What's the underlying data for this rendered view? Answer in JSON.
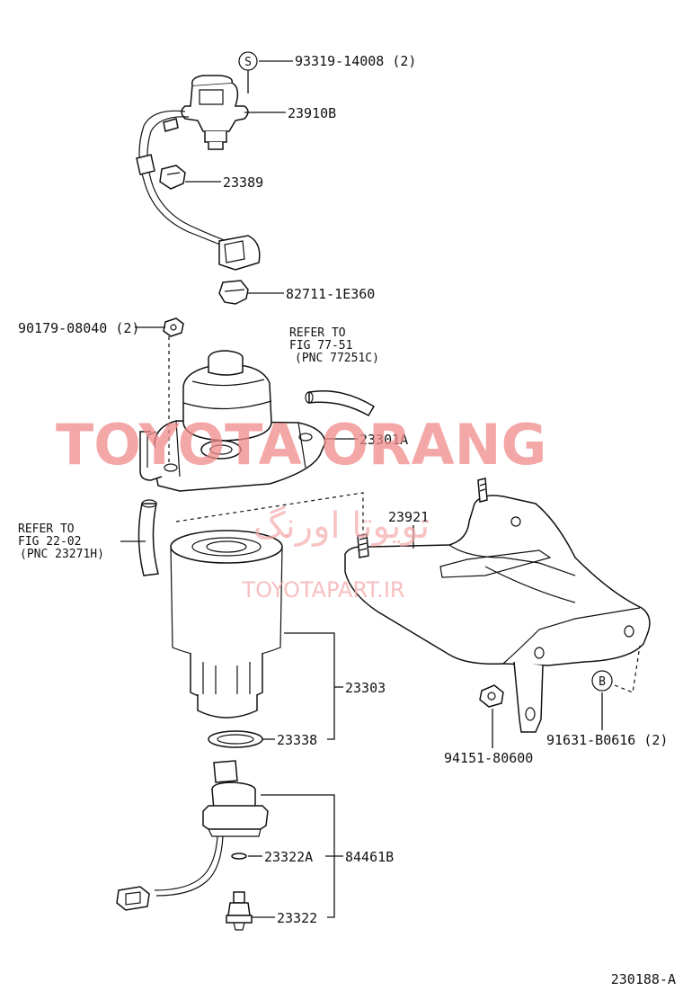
{
  "labels": {
    "p93319": "93319-14008 (2)",
    "p23910b": "23910B",
    "p23389": "23389",
    "p82711": "82711-1E360",
    "p90179": "90179-08040 (2)",
    "p23301a": "23301A",
    "p23921": "23921",
    "p23303": "23303",
    "p23338": "23338",
    "p23322a": "23322A",
    "p84461b": "84461B",
    "p23322": "23322",
    "p94151": "94151-80600",
    "p91631": "91631-B0616 (2)",
    "circle_s": "S",
    "circle_b": "B",
    "figure_code": "230188-A"
  },
  "references": {
    "fig77": [
      "REFER TO",
      "FIG 77-51",
      "(PNC 77251C)"
    ],
    "fig22": [
      "REFER TO",
      "FIG 22-02",
      "(PNC 23271H)"
    ]
  },
  "watermark": {
    "brand": "TOYOTA ORANG",
    "persian": "تویوتا اورنگ",
    "url": "TOYOTAPART.IR"
  }
}
